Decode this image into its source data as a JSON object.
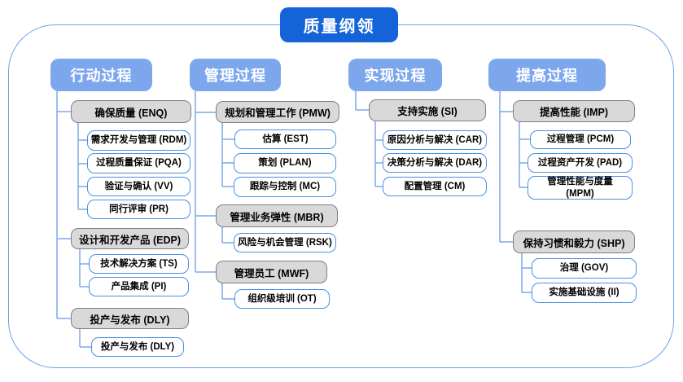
{
  "title": "质量纲领",
  "colors": {
    "title_bg": "#1463d8",
    "header_bg": "#7da7ec",
    "connector_line": "#7da7ec",
    "group_fill": "#d9d9d9",
    "group_border": "#7f7f7f",
    "leaf_border": "#4a90e2",
    "outer_border": "#6ba3ea"
  },
  "columns": [
    {
      "header": "行动过程",
      "groups": [
        {
          "label": "确保质量 (ENQ)",
          "children": [
            "需求开发与管理 (RDM)",
            "过程质量保证 (PQA)",
            "验证与确认 (VV)",
            "同行评审 (PR)"
          ]
        },
        {
          "label": "设计和开发产品 (EDP)",
          "children": [
            "技术解决方案 (TS)",
            "产品集成 (PI)"
          ]
        },
        {
          "label": "投产与发布 (DLY)",
          "children": [
            "投产与发布 (DLY)"
          ]
        }
      ]
    },
    {
      "header": "管理过程",
      "groups": [
        {
          "label": "规划和管理工作 (PMW)",
          "children": [
            "估算 (EST)",
            "策划 (PLAN)",
            "跟踪与控制 (MC)"
          ]
        },
        {
          "label": "管理业务弹性 (MBR)",
          "children": [
            "风险与机会管理 (RSK)"
          ]
        },
        {
          "label": "管理员工 (MWF)",
          "children": [
            "组织级培训 (OT)"
          ]
        }
      ]
    },
    {
      "header": "实现过程",
      "groups": [
        {
          "label": "支持实施 (SI)",
          "children": [
            "原因分析与解决 (CAR)",
            "决策分析与解决 (DAR)",
            "配置管理 (CM)"
          ]
        }
      ]
    },
    {
      "header": "提高过程",
      "groups": [
        {
          "label": "提高性能 (IMP)",
          "children": [
            "过程管理 (PCM)",
            "过程资产开发 (PAD)",
            "管理性能与度量\n(MPM)"
          ]
        },
        {
          "label": "保持习惯和毅力 (SHP)",
          "children": [
            "治理 (GOV)",
            "实施基础设施 (II)"
          ]
        }
      ]
    }
  ]
}
